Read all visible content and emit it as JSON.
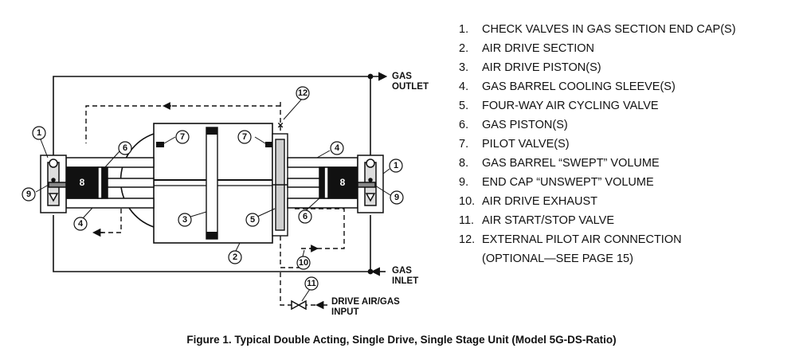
{
  "diagram": {
    "gas_outlet": [
      "GAS",
      "OUTLET"
    ],
    "gas_inlet": [
      "GAS",
      "INLET"
    ],
    "drive_input": [
      "DRIVE AIR/GAS",
      "INPUT"
    ],
    "callouts": [
      "1",
      "1",
      "2",
      "3",
      "4",
      "4",
      "5",
      "6",
      "6",
      "7",
      "7",
      "8",
      "8",
      "9",
      "9",
      "10",
      "11",
      "12"
    ]
  },
  "legend": [
    {
      "num": "1.",
      "text": "CHECK VALVES IN GAS SECTION END CAP(S)"
    },
    {
      "num": "2.",
      "text": "AIR DRIVE SECTION"
    },
    {
      "num": "3.",
      "text": "AIR DRIVE PISTON(S)"
    },
    {
      "num": "4.",
      "text": "GAS BARREL COOLING SLEEVE(S)"
    },
    {
      "num": "5.",
      "text": "FOUR-WAY AIR CYCLING VALVE"
    },
    {
      "num": "6.",
      "text": "GAS PISTON(S)"
    },
    {
      "num": "7.",
      "text": "PILOT VALVE(S)"
    },
    {
      "num": "8.",
      "text": "GAS BARREL “SWEPT” VOLUME"
    },
    {
      "num": "9.",
      "text": "END CAP “UNSWEPT” VOLUME"
    },
    {
      "num": "10.",
      "text": "AIR DRIVE EXHAUST"
    },
    {
      "num": "11.",
      "text": "AIR START/STOP VALVE"
    },
    {
      "num": "12.",
      "text": "EXTERNAL PILOT AIR CONNECTION"
    },
    {
      "num": "",
      "text": "(OPTIONAL—SEE PAGE 15)"
    }
  ],
  "caption": "Figure 1. Typical Double Acting, Single Drive, Single Stage Unit (Model 5G-DS-Ratio)"
}
